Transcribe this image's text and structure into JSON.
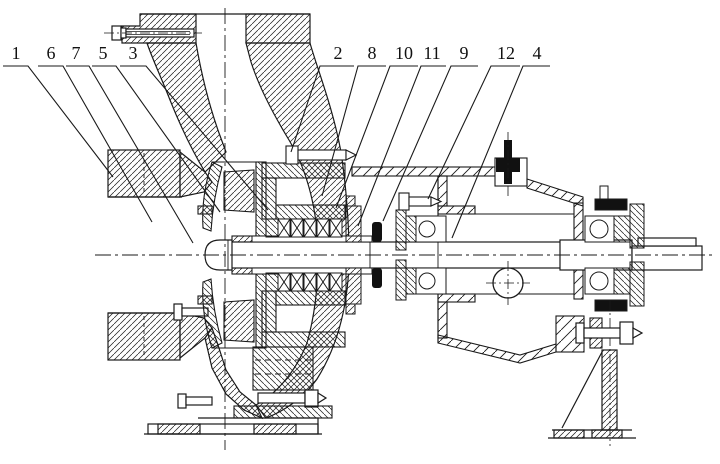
{
  "diagram": {
    "kind": "centrifugal-pump-sectional-drawing",
    "ink_color": "#1a1a1a",
    "background_color": "#ffffff",
    "labels": [
      {
        "text": "1"
      },
      {
        "text": "6"
      },
      {
        "text": "7"
      },
      {
        "text": "5"
      },
      {
        "text": "3"
      },
      {
        "text": "2"
      },
      {
        "text": "8"
      },
      {
        "text": "10"
      },
      {
        "text": "11"
      },
      {
        "text": "9"
      },
      {
        "text": "12"
      },
      {
        "text": "4"
      }
    ]
  }
}
